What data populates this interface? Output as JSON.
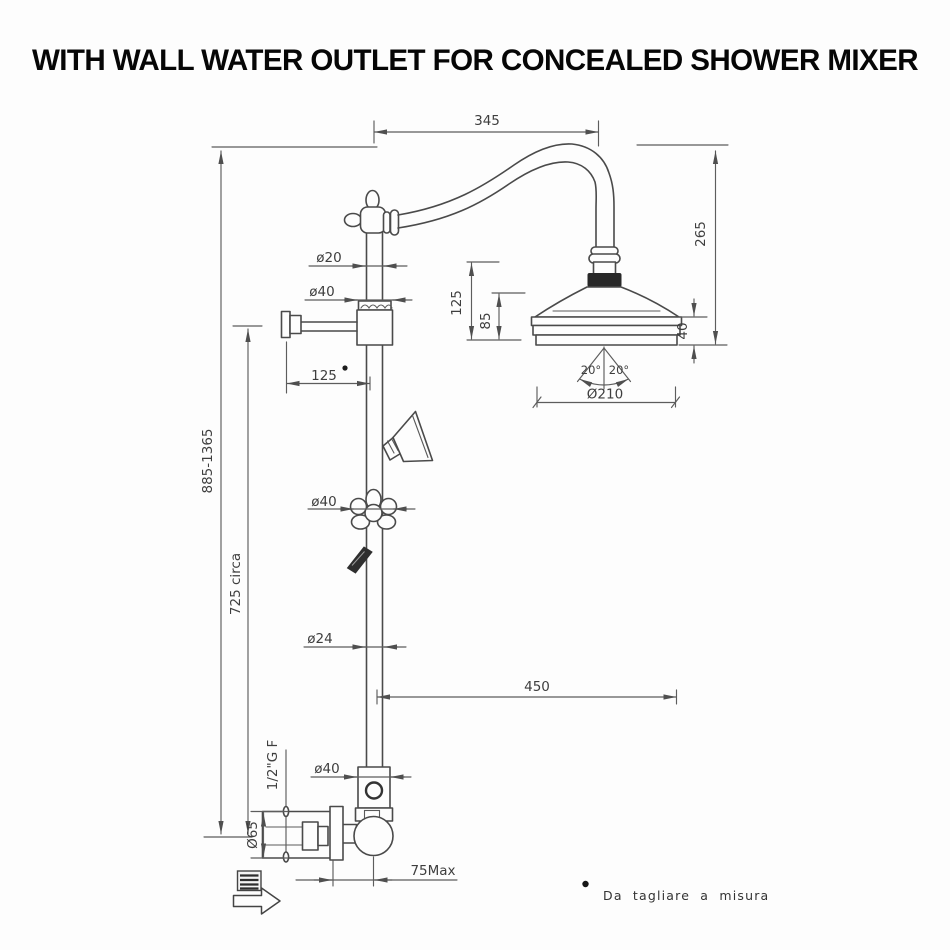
{
  "title": "WITH WALL WATER OUTLET FOR CONCEALED SHOWER MIXER",
  "dims": {
    "arm_projection": "345",
    "head_drop": "265",
    "head_overall_height": "125",
    "bell_height": "85",
    "rim_height": "40",
    "spray_angle_left": "20°",
    "spray_angle_right": "20°",
    "head_diameter": "Ø210",
    "riser_top_diameter": "ø20",
    "upper_slider_diameter": "ø40",
    "wall_bracket_offset": "125",
    "diverter_diameter": "ø40",
    "riser_diameter": "ø24",
    "head_reach": "450",
    "outlet_slider_diameter": "ø40",
    "connection_thread": "1/2\"G F",
    "wall_body_diameter": "Ø65",
    "wall_offset_max": "75Max",
    "riser_height_range": "885-1365",
    "riser_height_approx": "725 circa"
  },
  "footnote": {
    "text": "Da tagliare a misura"
  }
}
